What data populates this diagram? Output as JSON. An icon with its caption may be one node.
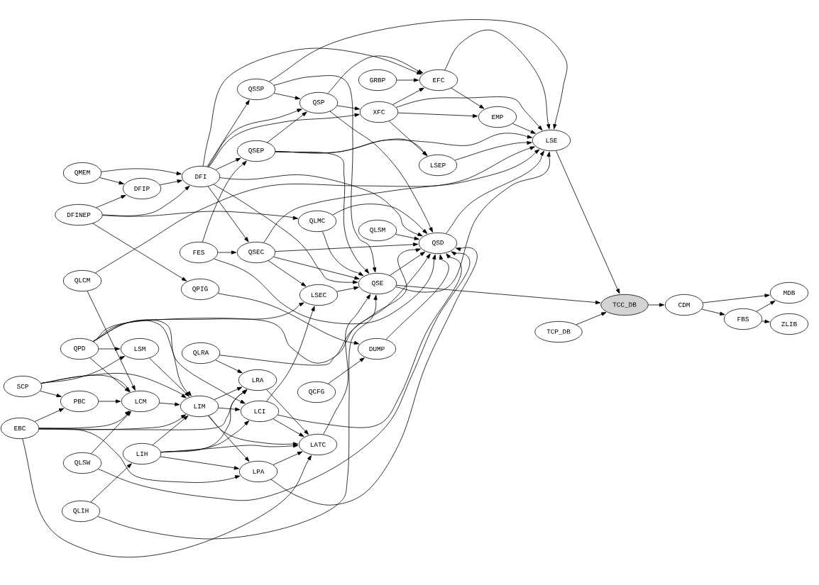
{
  "diagram": {
    "nodes": [
      {
        "text": [
          "GRBP"
        ]
      },
      {
        "text": [
          "EFC"
        ]
      },
      {
        "text": [
          "QSSP"
        ]
      },
      {
        "text": [
          "QSP"
        ]
      },
      {
        "text": [
          "XFC"
        ]
      },
      {
        "text": [
          "EMP"
        ]
      },
      {
        "text": [
          "LSE"
        ]
      },
      {
        "text": [
          "QSEP"
        ]
      },
      {
        "text": [
          "LSEP"
        ]
      },
      {
        "text": [
          "QMEM"
        ]
      },
      {
        "text": [
          "DFI"
        ]
      },
      {
        "text": [
          "DFIP"
        ]
      },
      {
        "text": [
          "DFINEP"
        ]
      },
      {
        "text": [
          "QLMC"
        ]
      },
      {
        "text": [
          "QLSM"
        ]
      },
      {
        "text": [
          "QSD"
        ]
      },
      {
        "text": [
          "FES"
        ]
      },
      {
        "text": [
          "QSEC"
        ]
      },
      {
        "text": [
          "QLCM"
        ]
      },
      {
        "text": [
          "QSE"
        ]
      },
      {
        "text": [
          "QPIG"
        ]
      },
      {
        "text": [
          "LSEC"
        ]
      },
      {
        "text": [
          "MDB"
        ]
      },
      {
        "text": [
          "TCC_DB"
        ]
      },
      {
        "text": [
          "CDM"
        ]
      },
      {
        "text": [
          "FBS"
        ]
      },
      {
        "text": [
          "ZLIB"
        ]
      },
      {
        "text": [
          "TCP_DB"
        ]
      },
      {
        "text": [
          "QPD"
        ]
      },
      {
        "text": [
          "LSM"
        ]
      },
      {
        "text": [
          "DUMP"
        ]
      },
      {
        "text": [
          "QLRA"
        ]
      },
      {
        "text": [
          "LRA"
        ]
      },
      {
        "text": [
          "SCP"
        ]
      },
      {
        "text": [
          "QCFG"
        ]
      },
      {
        "text": [
          "PBC"
        ]
      },
      {
        "text": [
          "LCM"
        ]
      },
      {
        "text": [
          "LIM"
        ]
      },
      {
        "text": [
          "LCI"
        ]
      },
      {
        "text": [
          "EBC"
        ]
      },
      {
        "text": [
          "LATC"
        ]
      },
      {
        "text": [
          "LIH"
        ]
      },
      {
        "text": [
          "QLSW"
        ]
      },
      {
        "text": [
          "LPA"
        ]
      },
      {
        "text": [
          "QLIH"
        ]
      }
    ],
    "edges": [
      {
        "from": 0,
        "to": 1,
        "arrow": "to"
      },
      {
        "from": 1,
        "to": 5,
        "arrow": "to"
      },
      {
        "from": 1,
        "to": 6,
        "arrow": "to"
      },
      {
        "from": 2,
        "to": 3,
        "arrow": "to"
      },
      {
        "from": 2,
        "to": 6,
        "arrow": "to"
      },
      {
        "from": 2,
        "to": 19,
        "arrow": "to"
      },
      {
        "from": 3,
        "to": 4,
        "arrow": "to"
      },
      {
        "from": 3,
        "to": 1,
        "arrow": "to"
      },
      {
        "from": 3,
        "to": 15,
        "arrow": "to"
      },
      {
        "from": 4,
        "to": 1,
        "arrow": "to"
      },
      {
        "from": 4,
        "to": 5,
        "arrow": "to"
      },
      {
        "from": 4,
        "to": 8,
        "arrow": "to"
      },
      {
        "from": 4,
        "to": 6,
        "arrow": "to"
      },
      {
        "from": 5,
        "to": 6,
        "arrow": "to"
      },
      {
        "from": 6,
        "to": 23,
        "arrow": "to"
      },
      {
        "from": 7,
        "to": 3,
        "arrow": "to"
      },
      {
        "from": 7,
        "to": 8,
        "arrow": "to"
      },
      {
        "from": 7,
        "to": 6,
        "arrow": "to"
      },
      {
        "from": 7,
        "to": 19,
        "arrow": "to"
      },
      {
        "from": 8,
        "to": 6,
        "arrow": "to"
      },
      {
        "from": 9,
        "to": 10,
        "arrow": "to"
      },
      {
        "from": 9,
        "to": 11,
        "arrow": "to"
      },
      {
        "from": 10,
        "to": 2,
        "arrow": "to"
      },
      {
        "from": 10,
        "to": 3,
        "arrow": "to"
      },
      {
        "from": 10,
        "to": 4,
        "arrow": "to"
      },
      {
        "from": 10,
        "to": 7,
        "arrow": "to"
      },
      {
        "from": 10,
        "to": 1,
        "arrow": "to"
      },
      {
        "from": 10,
        "to": 17,
        "arrow": "to"
      },
      {
        "from": 10,
        "to": 19,
        "arrow": "to"
      },
      {
        "from": 10,
        "to": 15,
        "arrow": "to"
      },
      {
        "from": 11,
        "to": 10,
        "arrow": "to"
      },
      {
        "from": 12,
        "to": 11,
        "arrow": "to"
      },
      {
        "from": 12,
        "to": 10,
        "arrow": "to"
      },
      {
        "from": 12,
        "to": 13,
        "arrow": "to"
      },
      {
        "from": 12,
        "to": 20,
        "arrow": "to"
      },
      {
        "from": 13,
        "to": 19,
        "arrow": "to"
      },
      {
        "from": 13,
        "to": 15,
        "arrow": "to"
      },
      {
        "from": 14,
        "to": 15,
        "arrow": "to"
      },
      {
        "from": 15,
        "to": 6,
        "arrow": "to"
      },
      {
        "from": 16,
        "to": 17,
        "arrow": "to"
      },
      {
        "from": 16,
        "to": 7,
        "arrow": "to"
      },
      {
        "from": 16,
        "to": 15,
        "arrow": "to"
      },
      {
        "from": 17,
        "to": 15,
        "arrow": "to"
      },
      {
        "from": 17,
        "to": 19,
        "arrow": "to"
      },
      {
        "from": 17,
        "to": 21,
        "arrow": "to"
      },
      {
        "from": 17,
        "to": 6,
        "arrow": "to"
      },
      {
        "from": 18,
        "to": 36,
        "arrow": "to"
      },
      {
        "from": 18,
        "to": 6,
        "arrow": "to"
      },
      {
        "from": 19,
        "to": 15,
        "arrow": "to"
      },
      {
        "from": 19,
        "to": 23,
        "arrow": "to"
      },
      {
        "from": 19,
        "to": 6,
        "arrow": "to"
      },
      {
        "from": 20,
        "to": 30,
        "arrow": "to"
      },
      {
        "from": 21,
        "to": 19,
        "arrow": "to"
      },
      {
        "from": 23,
        "to": 24,
        "arrow": "to"
      },
      {
        "from": 24,
        "to": 22,
        "arrow": "to"
      },
      {
        "from": 24,
        "to": 25,
        "arrow": "to"
      },
      {
        "from": 25,
        "to": 22,
        "arrow": "to"
      },
      {
        "from": 25,
        "to": 26,
        "arrow": "to"
      },
      {
        "from": 27,
        "to": 23,
        "arrow": "to"
      },
      {
        "from": 28,
        "to": 29,
        "arrow": "to"
      },
      {
        "from": 28,
        "to": 36,
        "arrow": "to"
      },
      {
        "from": 28,
        "to": 37,
        "arrow": "to"
      },
      {
        "from": 28,
        "to": 38,
        "arrow": "to"
      },
      {
        "from": 28,
        "to": 21,
        "arrow": "to"
      },
      {
        "from": 28,
        "to": 15,
        "arrow": "to"
      },
      {
        "from": 29,
        "to": 37,
        "arrow": "to"
      },
      {
        "from": 30,
        "to": 15,
        "arrow": "to"
      },
      {
        "from": 31,
        "to": 32,
        "arrow": "to"
      },
      {
        "from": 31,
        "to": 15,
        "arrow": "to"
      },
      {
        "from": 32,
        "to": 40,
        "arrow": "to"
      },
      {
        "from": 33,
        "to": 35,
        "arrow": "to"
      },
      {
        "from": 33,
        "to": 29,
        "arrow": "to"
      },
      {
        "from": 33,
        "to": 36,
        "arrow": "to"
      },
      {
        "from": 33,
        "to": 37,
        "arrow": "to"
      },
      {
        "from": 34,
        "to": 30,
        "arrow": "to"
      },
      {
        "from": 35,
        "to": 36,
        "arrow": "to"
      },
      {
        "from": 36,
        "to": 37,
        "arrow": "to"
      },
      {
        "from": 37,
        "to": 32,
        "arrow": "to"
      },
      {
        "from": 37,
        "to": 38,
        "arrow": "to"
      },
      {
        "from": 37,
        "to": 43,
        "arrow": "to"
      },
      {
        "from": 37,
        "to": 40,
        "arrow": "to"
      },
      {
        "from": 38,
        "to": 40,
        "arrow": "to"
      },
      {
        "from": 38,
        "to": 21,
        "arrow": "to"
      },
      {
        "from": 38,
        "to": 15,
        "arrow": "to"
      },
      {
        "from": 39,
        "to": 35,
        "arrow": "to"
      },
      {
        "from": 39,
        "to": 36,
        "arrow": "to"
      },
      {
        "from": 39,
        "to": 37,
        "arrow": "to"
      },
      {
        "from": 39,
        "to": 32,
        "arrow": "to"
      },
      {
        "from": 39,
        "to": 43,
        "arrow": "to"
      },
      {
        "from": 39,
        "to": 40,
        "arrow": "to"
      },
      {
        "from": 40,
        "to": 19,
        "arrow": "to"
      },
      {
        "from": 41,
        "to": 37,
        "arrow": "to"
      },
      {
        "from": 41,
        "to": 32,
        "arrow": "to"
      },
      {
        "from": 41,
        "to": 38,
        "arrow": "to"
      },
      {
        "from": 41,
        "to": 40,
        "arrow": "to"
      },
      {
        "from": 41,
        "to": 43,
        "arrow": "to"
      },
      {
        "from": 42,
        "to": 36,
        "arrow": "to"
      },
      {
        "from": 42,
        "to": 15,
        "arrow": "to"
      },
      {
        "from": 43,
        "to": 40,
        "arrow": "to"
      },
      {
        "from": 43,
        "to": 15,
        "arrow": "to"
      },
      {
        "from": 44,
        "to": 41,
        "arrow": "to"
      },
      {
        "from": 44,
        "to": 19,
        "arrow": "to"
      }
    ]
  }
}
